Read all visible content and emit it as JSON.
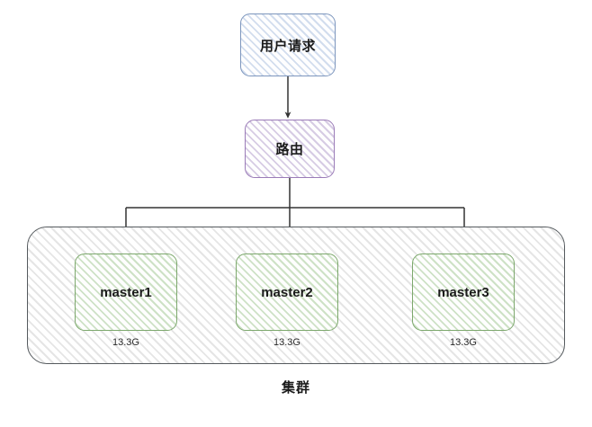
{
  "diagram": {
    "title_label": "集群",
    "nodes": {
      "user_request": {
        "label": "用户请求",
        "color": "#7d96bd"
      },
      "router": {
        "label": "路由",
        "color": "#9b7cb8"
      },
      "masters": [
        {
          "label": "master1",
          "size": "13.3G",
          "color": "#7da86d"
        },
        {
          "label": "master2",
          "size": "13.3G",
          "color": "#7da86d"
        },
        {
          "label": "master3",
          "size": "13.3G",
          "color": "#7da86d"
        }
      ]
    },
    "cluster": {
      "label": "集群",
      "border_color": "#555a5e"
    },
    "connector_color": "#333333"
  }
}
